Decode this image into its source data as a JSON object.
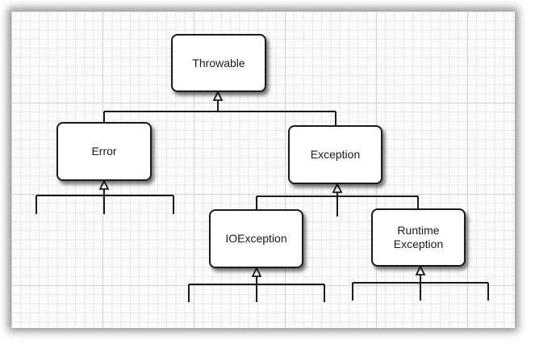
{
  "diagram": {
    "type": "class-hierarchy",
    "nodes": {
      "throwable": "Throwable",
      "error": "Error",
      "exception": "Exception",
      "ioexception": "IOException",
      "runtime_exception": "Runtime\nException"
    },
    "edges": [
      {
        "from": "error",
        "to": "throwable",
        "kind": "inheritance"
      },
      {
        "from": "exception",
        "to": "throwable",
        "kind": "inheritance"
      },
      {
        "from": "ioexception",
        "to": "exception",
        "kind": "inheritance"
      },
      {
        "from": "runtime_exception",
        "to": "exception",
        "kind": "inheritance"
      }
    ]
  }
}
